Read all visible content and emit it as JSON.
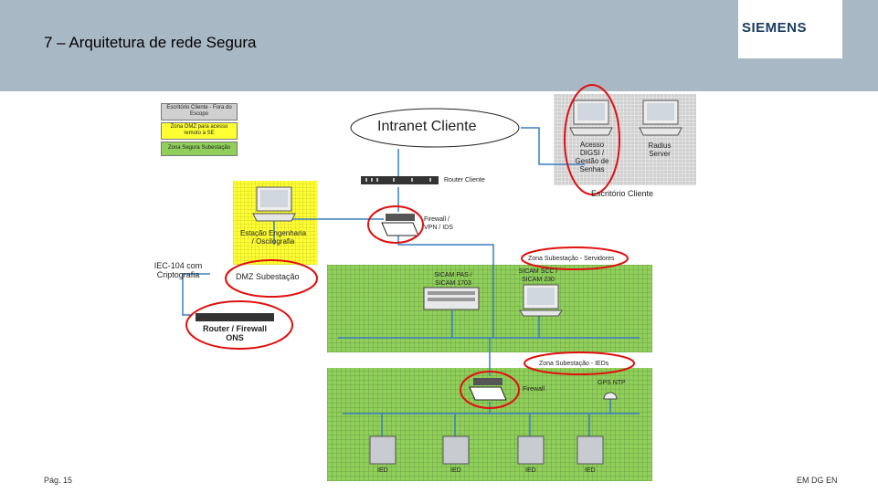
{
  "slide": {
    "title": "7 – Arquitetura de rede Segura",
    "brand": "SIEMENS",
    "page": "Pág. 15",
    "footer_right": "EM DG EN"
  },
  "legend": {
    "items": [
      {
        "label": "Escritório Cliente - Fora do Escopo",
        "color": "#d0d0d0"
      },
      {
        "label": "Zona DMZ para acesso remoto à SE",
        "color": "#ffff33"
      },
      {
        "label": "Zona Segura Subestação",
        "color": "#8fcf5a"
      }
    ]
  },
  "diagram": {
    "intranet": "Intranet Cliente",
    "router_cliente": "Router Cliente",
    "firewall_vpn": "Firewall / VPN / IDS",
    "acesso_digsi": "Acesso DIGSI / Gestão de Senhas",
    "radius_server": "Radius Server",
    "escritorio_cliente": "Escritório Cliente",
    "estacao": "Estação Engenharia / Oscilografia",
    "iec104": "IEC-104 com Criptografia",
    "dmz": "DMZ Subestação",
    "router_firewall_ons": "Router / Firewall ONS",
    "zona_servidores": "Zona Subestação - Servidores",
    "sicam_pas": "SICAM PAS / SICAM 1703",
    "sicam_scc": "SICAM SCC / SICAM 230",
    "zona_ieds": "Zona Subestação - IEDs",
    "firewall": "Firewall",
    "gps_ntp": "GPS NTP",
    "ied_label": "IED"
  },
  "colors": {
    "header": "#a9b8c5",
    "highlight_ellipse": "#e01010",
    "network_line": "#3a7fc0",
    "secure_zone": "#8fcf5a",
    "dmz_zone": "#ffff33",
    "office_zone": "#d0d0d0"
  }
}
